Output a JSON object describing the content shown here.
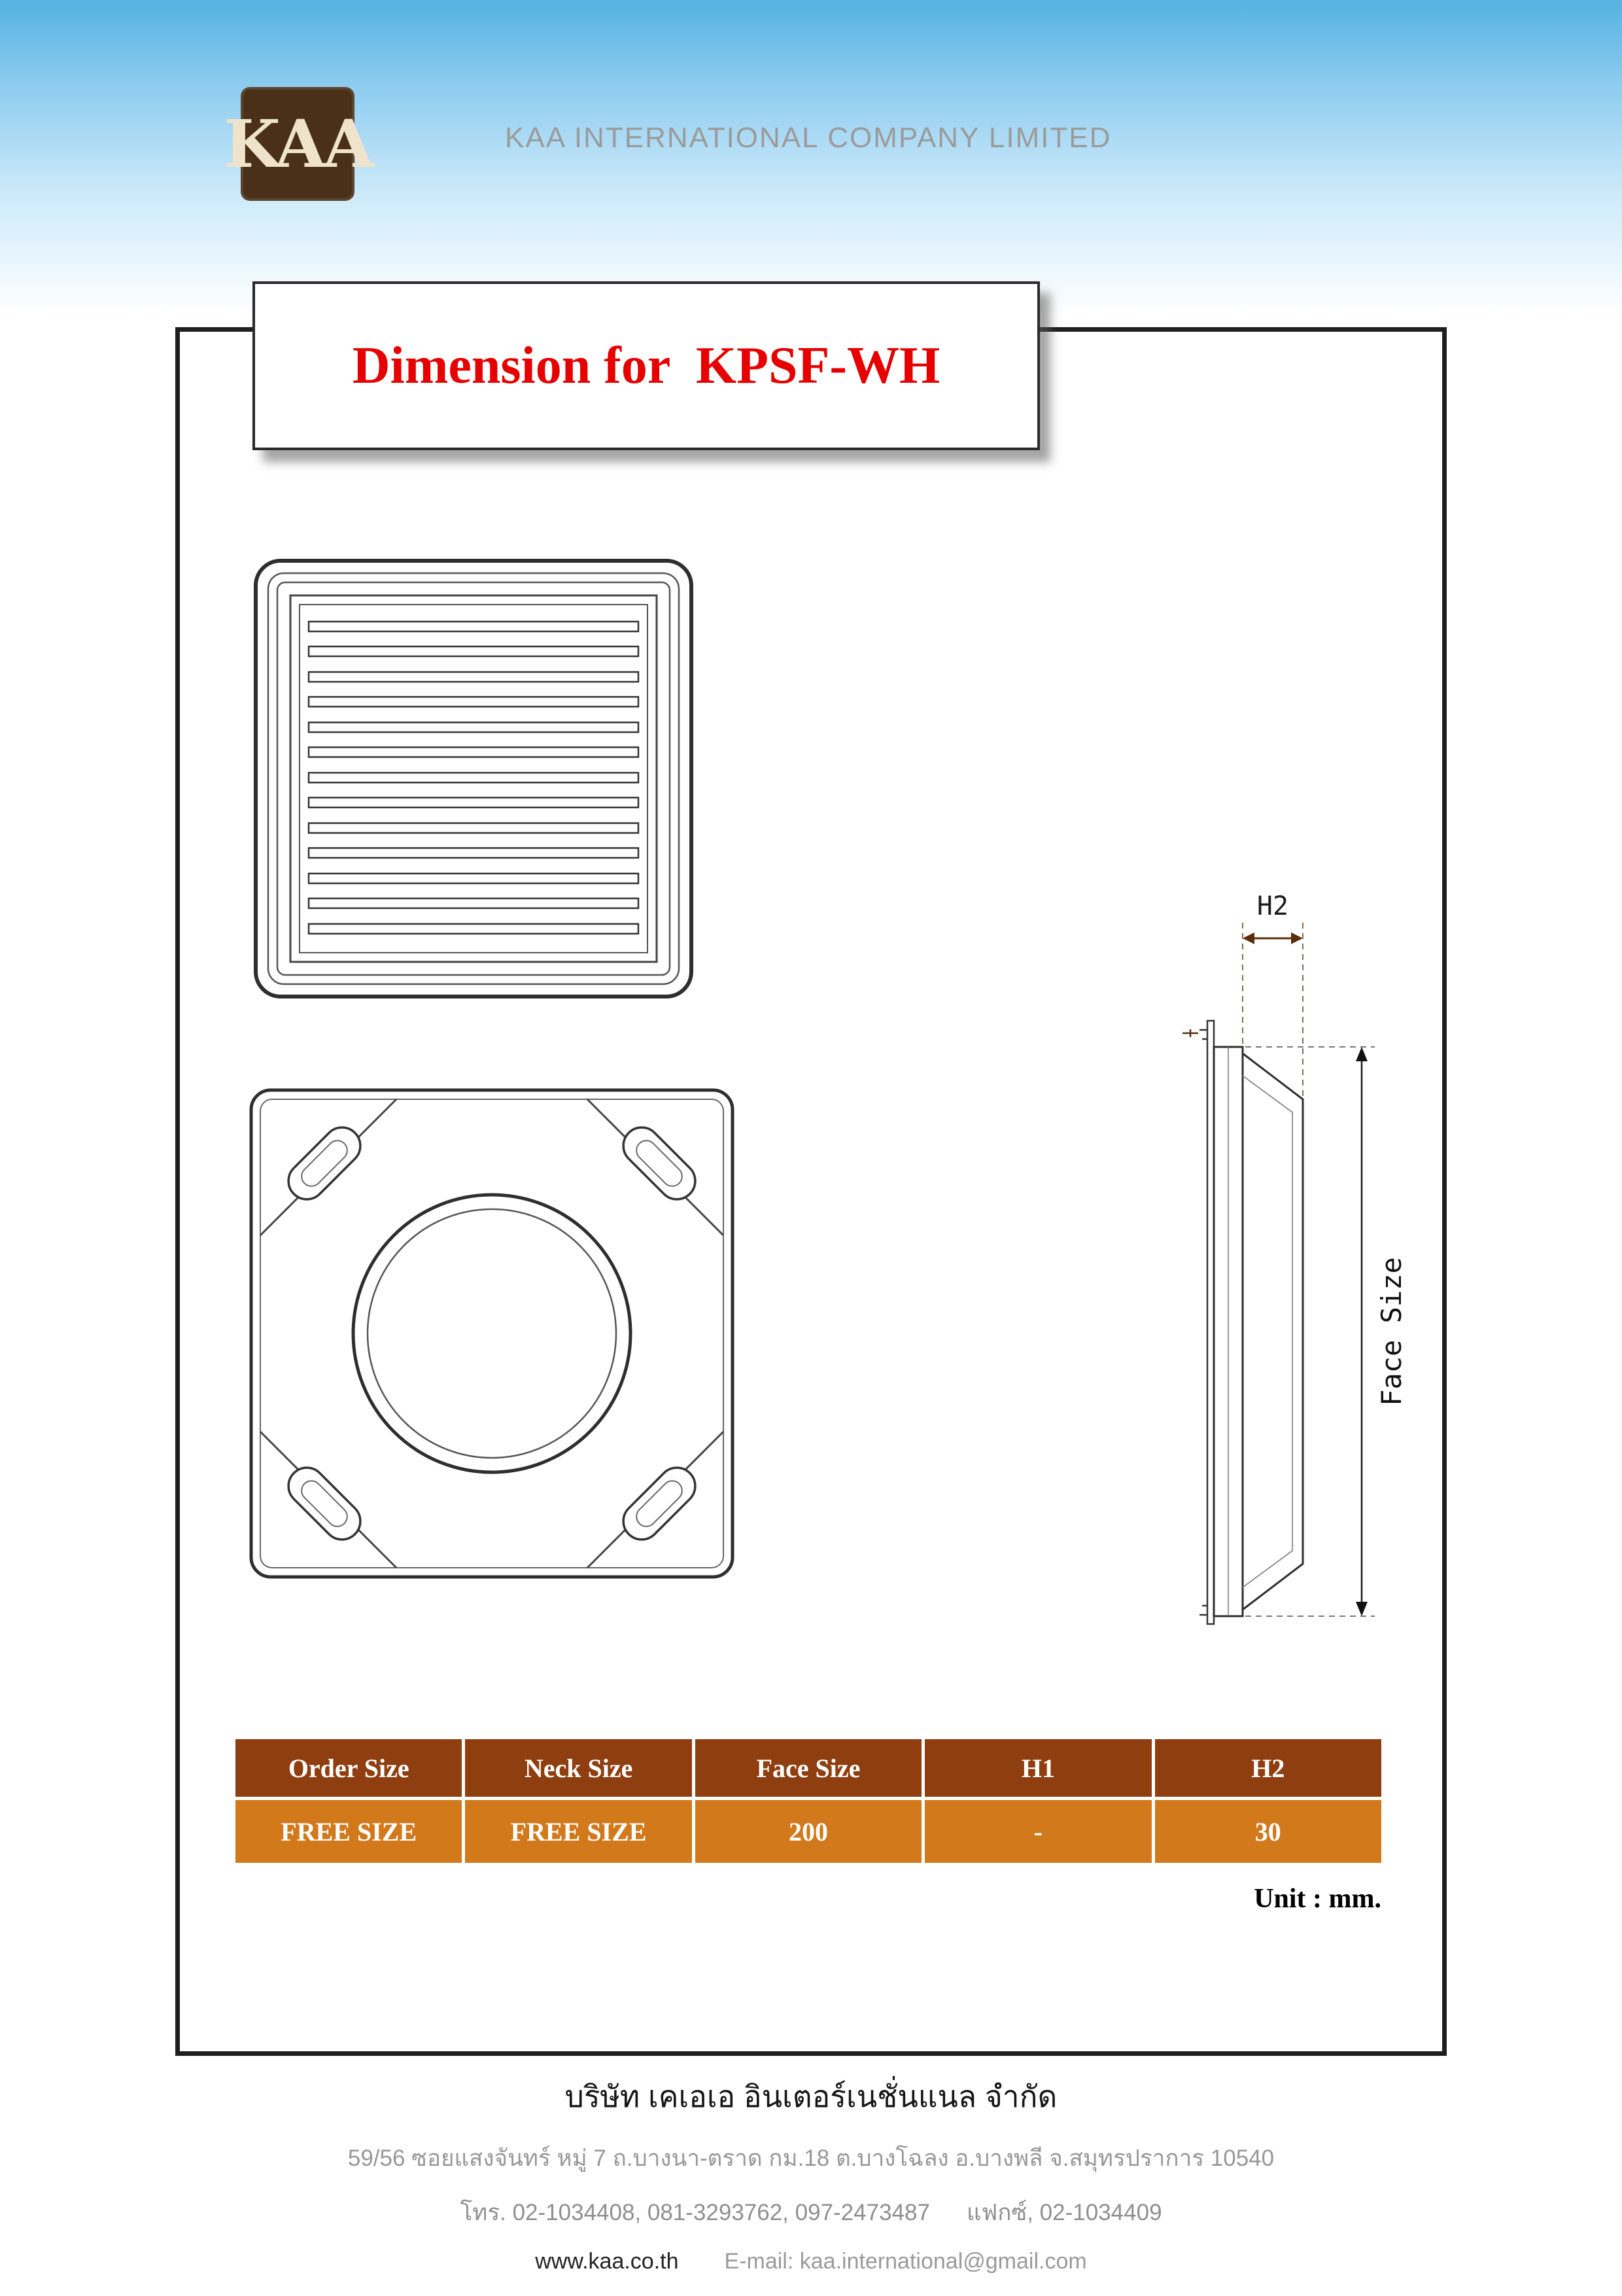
{
  "header": {
    "logo_text": "KAA",
    "company_name": "KAA INTERNATIONAL COMPANY LIMITED"
  },
  "title": "Dimension for  KPSF-WH",
  "drawing": {
    "h2_label": "H2",
    "face_size_label": "Face Size"
  },
  "spec_table": {
    "headers": [
      "Order Size",
      "Neck Size",
      "Face Size",
      "H1",
      "H2"
    ],
    "row": [
      "FREE SIZE",
      "FREE SIZE",
      "200",
      "-",
      "30"
    ],
    "unit_note": "Unit : mm."
  },
  "footer": {
    "company_name_th": "บริษัท เคเอเอ อินเตอร์เนชั่นแนล จำกัด",
    "address_th": "59/56 ซอยแสงจันทร์  หมู่ 7 ถ.บางนา-ตราด กม.18 ต.บางโฉลง อ.บางพลี จ.สมุทรปราการ 10540",
    "phone": "โทร. 02-1034408, 081-3293762, 097-2473487",
    "fax": "แฟกซ์,  02-1034409",
    "website": "www.kaa.co.th",
    "email": "E-mail: kaa.international@gmail.com"
  },
  "colors": {
    "table_header_bg": "#8F3E0F",
    "table_row_bg": "#D2791C",
    "title_red": "#E60000",
    "logo_brown": "#4A3018",
    "sky_blue": "#55B2E2"
  }
}
